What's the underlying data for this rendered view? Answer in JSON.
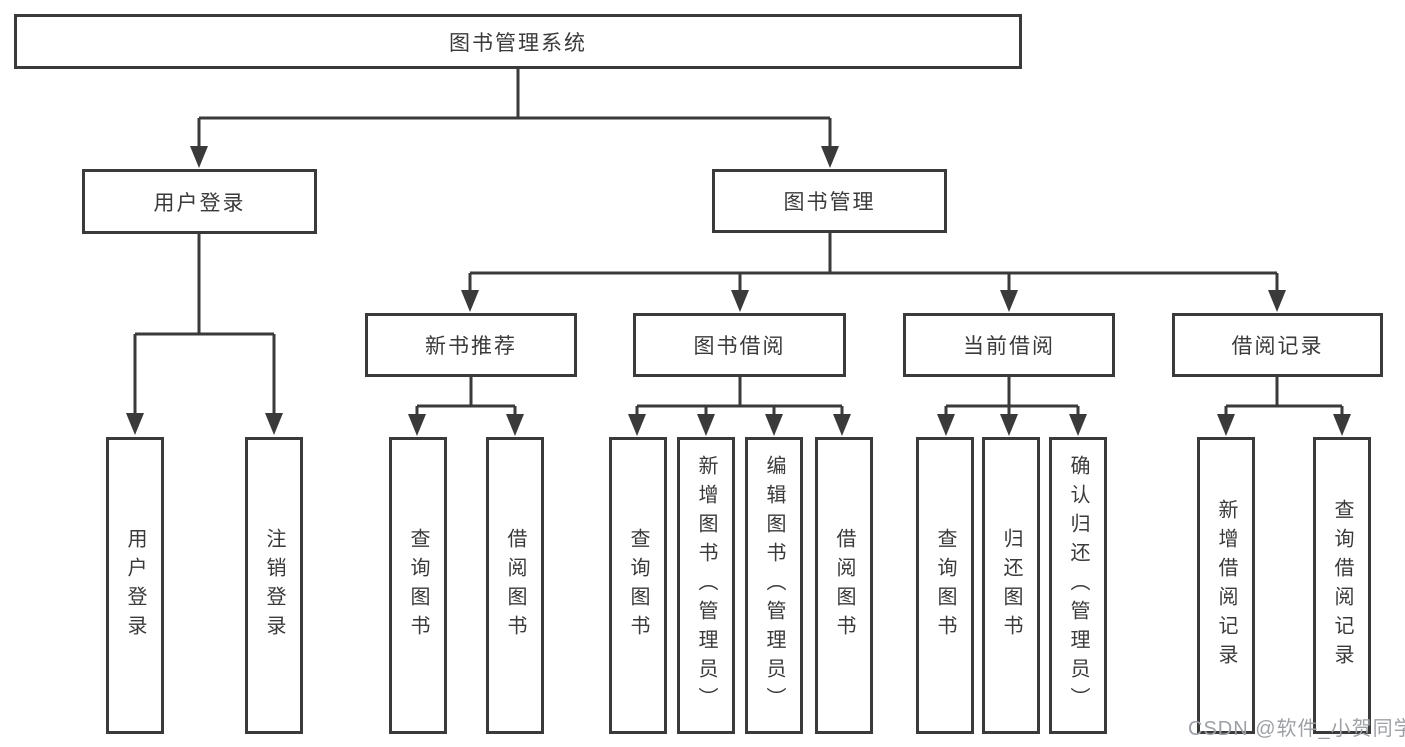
{
  "diagram": {
    "root": {
      "label": "图书管理系统"
    },
    "branches": [
      {
        "label": "用户登录",
        "children": [
          {
            "label": "用户登录"
          },
          {
            "label": "注销登录"
          }
        ]
      },
      {
        "label": "图书管理",
        "children": [
          {
            "label": "新书推荐",
            "children": [
              {
                "label": "查询图书"
              },
              {
                "label": "借阅图书"
              }
            ]
          },
          {
            "label": "图书借阅",
            "children": [
              {
                "label": "查询图书"
              },
              {
                "label": "新增图书（管理员）"
              },
              {
                "label": "编辑图书（管理员）"
              },
              {
                "label": "借阅图书"
              }
            ]
          },
          {
            "label": "当前借阅",
            "children": [
              {
                "label": "查询图书"
              },
              {
                "label": "归还图书"
              },
              {
                "label": "确认归还（管理员）"
              }
            ]
          },
          {
            "label": "借阅记录",
            "children": [
              {
                "label": "新增借阅记录"
              },
              {
                "label": "查询借阅记录"
              }
            ]
          }
        ]
      }
    ],
    "line_color": "#3a3a3a",
    "watermark": "CSDN @软件_小贺同学"
  }
}
